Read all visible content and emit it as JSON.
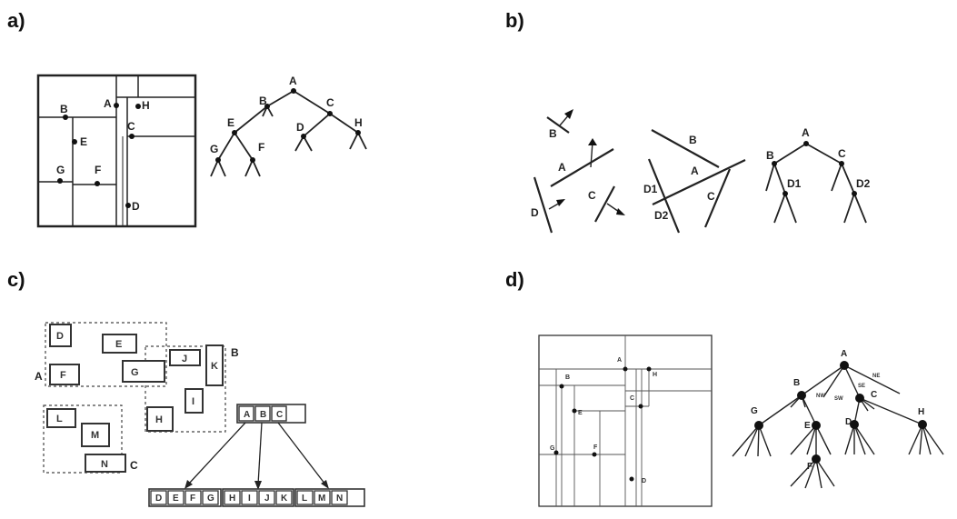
{
  "panels": {
    "a": {
      "label": "a)",
      "points": [
        "A",
        "B",
        "C",
        "D",
        "E",
        "F",
        "G",
        "H"
      ],
      "tree": [
        "A",
        "B",
        "C",
        "D",
        "E",
        "F",
        "G",
        "H"
      ]
    },
    "b": {
      "label": "b)",
      "segments": [
        "A",
        "B",
        "C",
        "D"
      ],
      "split_labels": [
        "A",
        "B",
        "C",
        "D1",
        "D2"
      ],
      "tree": [
        "A",
        "B",
        "C",
        "D1",
        "D2"
      ]
    },
    "c": {
      "label": "c)",
      "boxes": [
        "D",
        "E",
        "F",
        "G",
        "H",
        "I",
        "J",
        "K",
        "L",
        "M",
        "N"
      ],
      "groups": [
        "A",
        "B",
        "C"
      ],
      "root": [
        "A",
        "B",
        "C"
      ],
      "leaf_group_1": [
        "D",
        "E",
        "F",
        "G"
      ],
      "leaf_group_2": [
        "H",
        "I",
        "J",
        "K"
      ],
      "leaf_group_3": [
        "L",
        "M",
        "N"
      ]
    },
    "d": {
      "label": "d)",
      "points": [
        "A",
        "B",
        "C",
        "D",
        "E",
        "F",
        "G",
        "H"
      ],
      "tree": [
        "A",
        "B",
        "C",
        "D",
        "E",
        "F",
        "G",
        "H"
      ],
      "edge_labels": [
        "SE",
        "SW",
        "NW",
        "NE"
      ]
    }
  }
}
